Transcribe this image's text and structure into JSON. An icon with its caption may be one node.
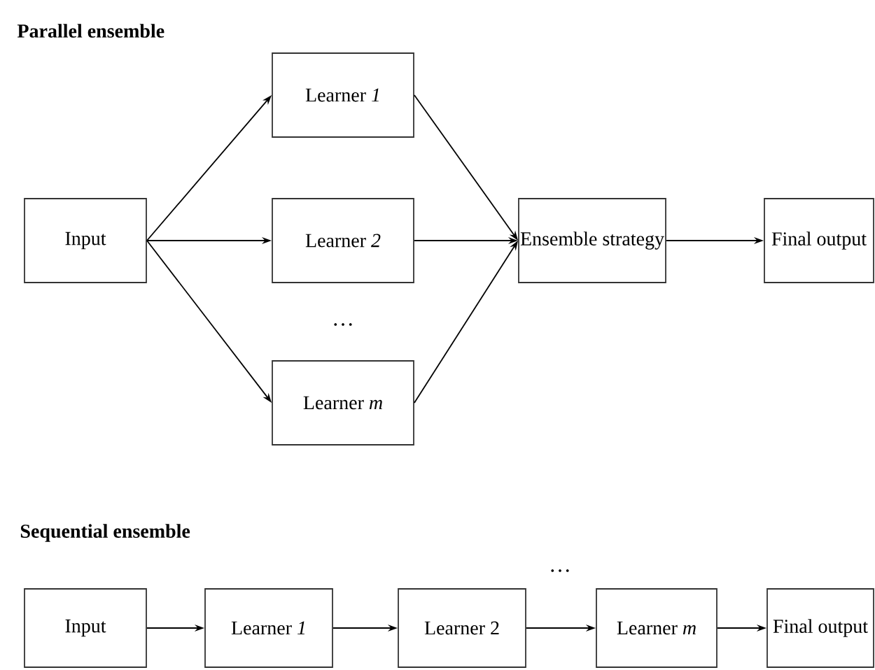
{
  "diagram": {
    "nodes": [
      {
        "text": [
          "Input"
        ]
      },
      {
        "text": [
          "Learner *1*"
        ]
      },
      {
        "text": [
          "Learner *2*"
        ]
      },
      {
        "text": [
          "Learner *m*"
        ]
      },
      {
        "text": [
          "Ensemble strategy"
        ]
      },
      {
        "text": [
          "Final output"
        ]
      },
      {
        "text": [
          "Input"
        ]
      },
      {
        "text": [
          "Learner *1*"
        ]
      },
      {
        "text": [
          "Learner 2"
        ]
      },
      {
        "text": [
          "Learner *m*"
        ]
      },
      {
        "text": [
          "Final output"
        ]
      }
    ],
    "edges": [
      {
        "from": 0,
        "to": 1,
        "arrow": "to"
      },
      {
        "from": 0,
        "to": 2,
        "arrow": "to"
      },
      {
        "from": 0,
        "to": 3,
        "arrow": "to"
      },
      {
        "from": 1,
        "to": 4,
        "arrow": "to"
      },
      {
        "from": 2,
        "to": 4,
        "arrow": "to"
      },
      {
        "from": 3,
        "to": 4,
        "arrow": "to"
      },
      {
        "from": 4,
        "to": 5,
        "arrow": "to"
      },
      {
        "from": 6,
        "to": 7,
        "arrow": "to"
      },
      {
        "from": 7,
        "to": 8,
        "arrow": "to"
      },
      {
        "from": 8,
        "to": 9,
        "arrow": "to"
      },
      {
        "from": 9,
        "to": 10,
        "arrow": "to"
      }
    ],
    "labels": [
      "Parallel ensemble",
      "…",
      "Sequential ensemble",
      "…"
    ]
  }
}
